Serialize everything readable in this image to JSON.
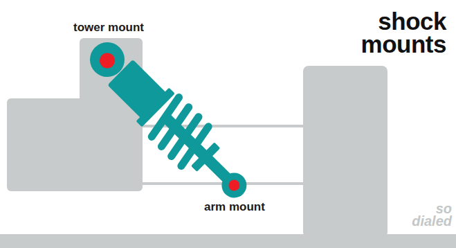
{
  "diagram": {
    "title": "shock mounts",
    "labels": [
      "tower mount",
      "arm mount",
      "so dialed"
    ]
  }
}
